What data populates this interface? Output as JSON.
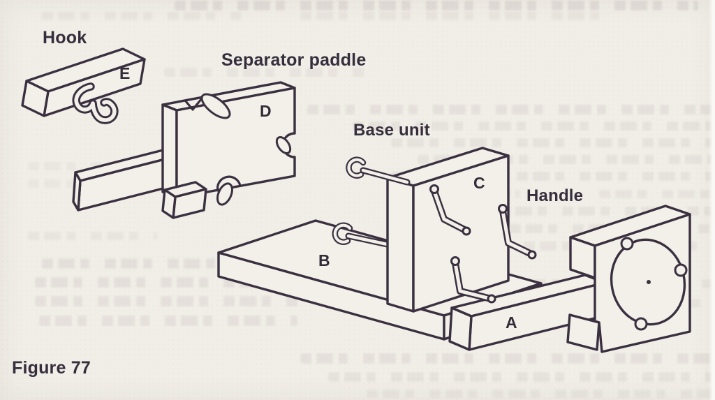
{
  "page": {
    "type": "scanned book page with figure",
    "paper_color": "#f1eee7",
    "ink_color": "#3a3040"
  },
  "figure": {
    "caption": "Figure 77",
    "callouts": {
      "hook": "Hook",
      "separator_paddle": "Separator paddle",
      "base_unit": "Base unit",
      "handle": "Handle"
    },
    "part_letters": {
      "a": "A",
      "b": "B",
      "c": "C",
      "d": "D",
      "e": "E"
    },
    "parts": [
      {
        "letter": "E",
        "callout": "Hook"
      },
      {
        "letter": "D",
        "callout": "Separator paddle"
      },
      {
        "letter": "C",
        "callout": "Base unit"
      },
      {
        "letter": "B",
        "callout": null
      },
      {
        "letter": "A",
        "callout": "Handle"
      }
    ]
  }
}
